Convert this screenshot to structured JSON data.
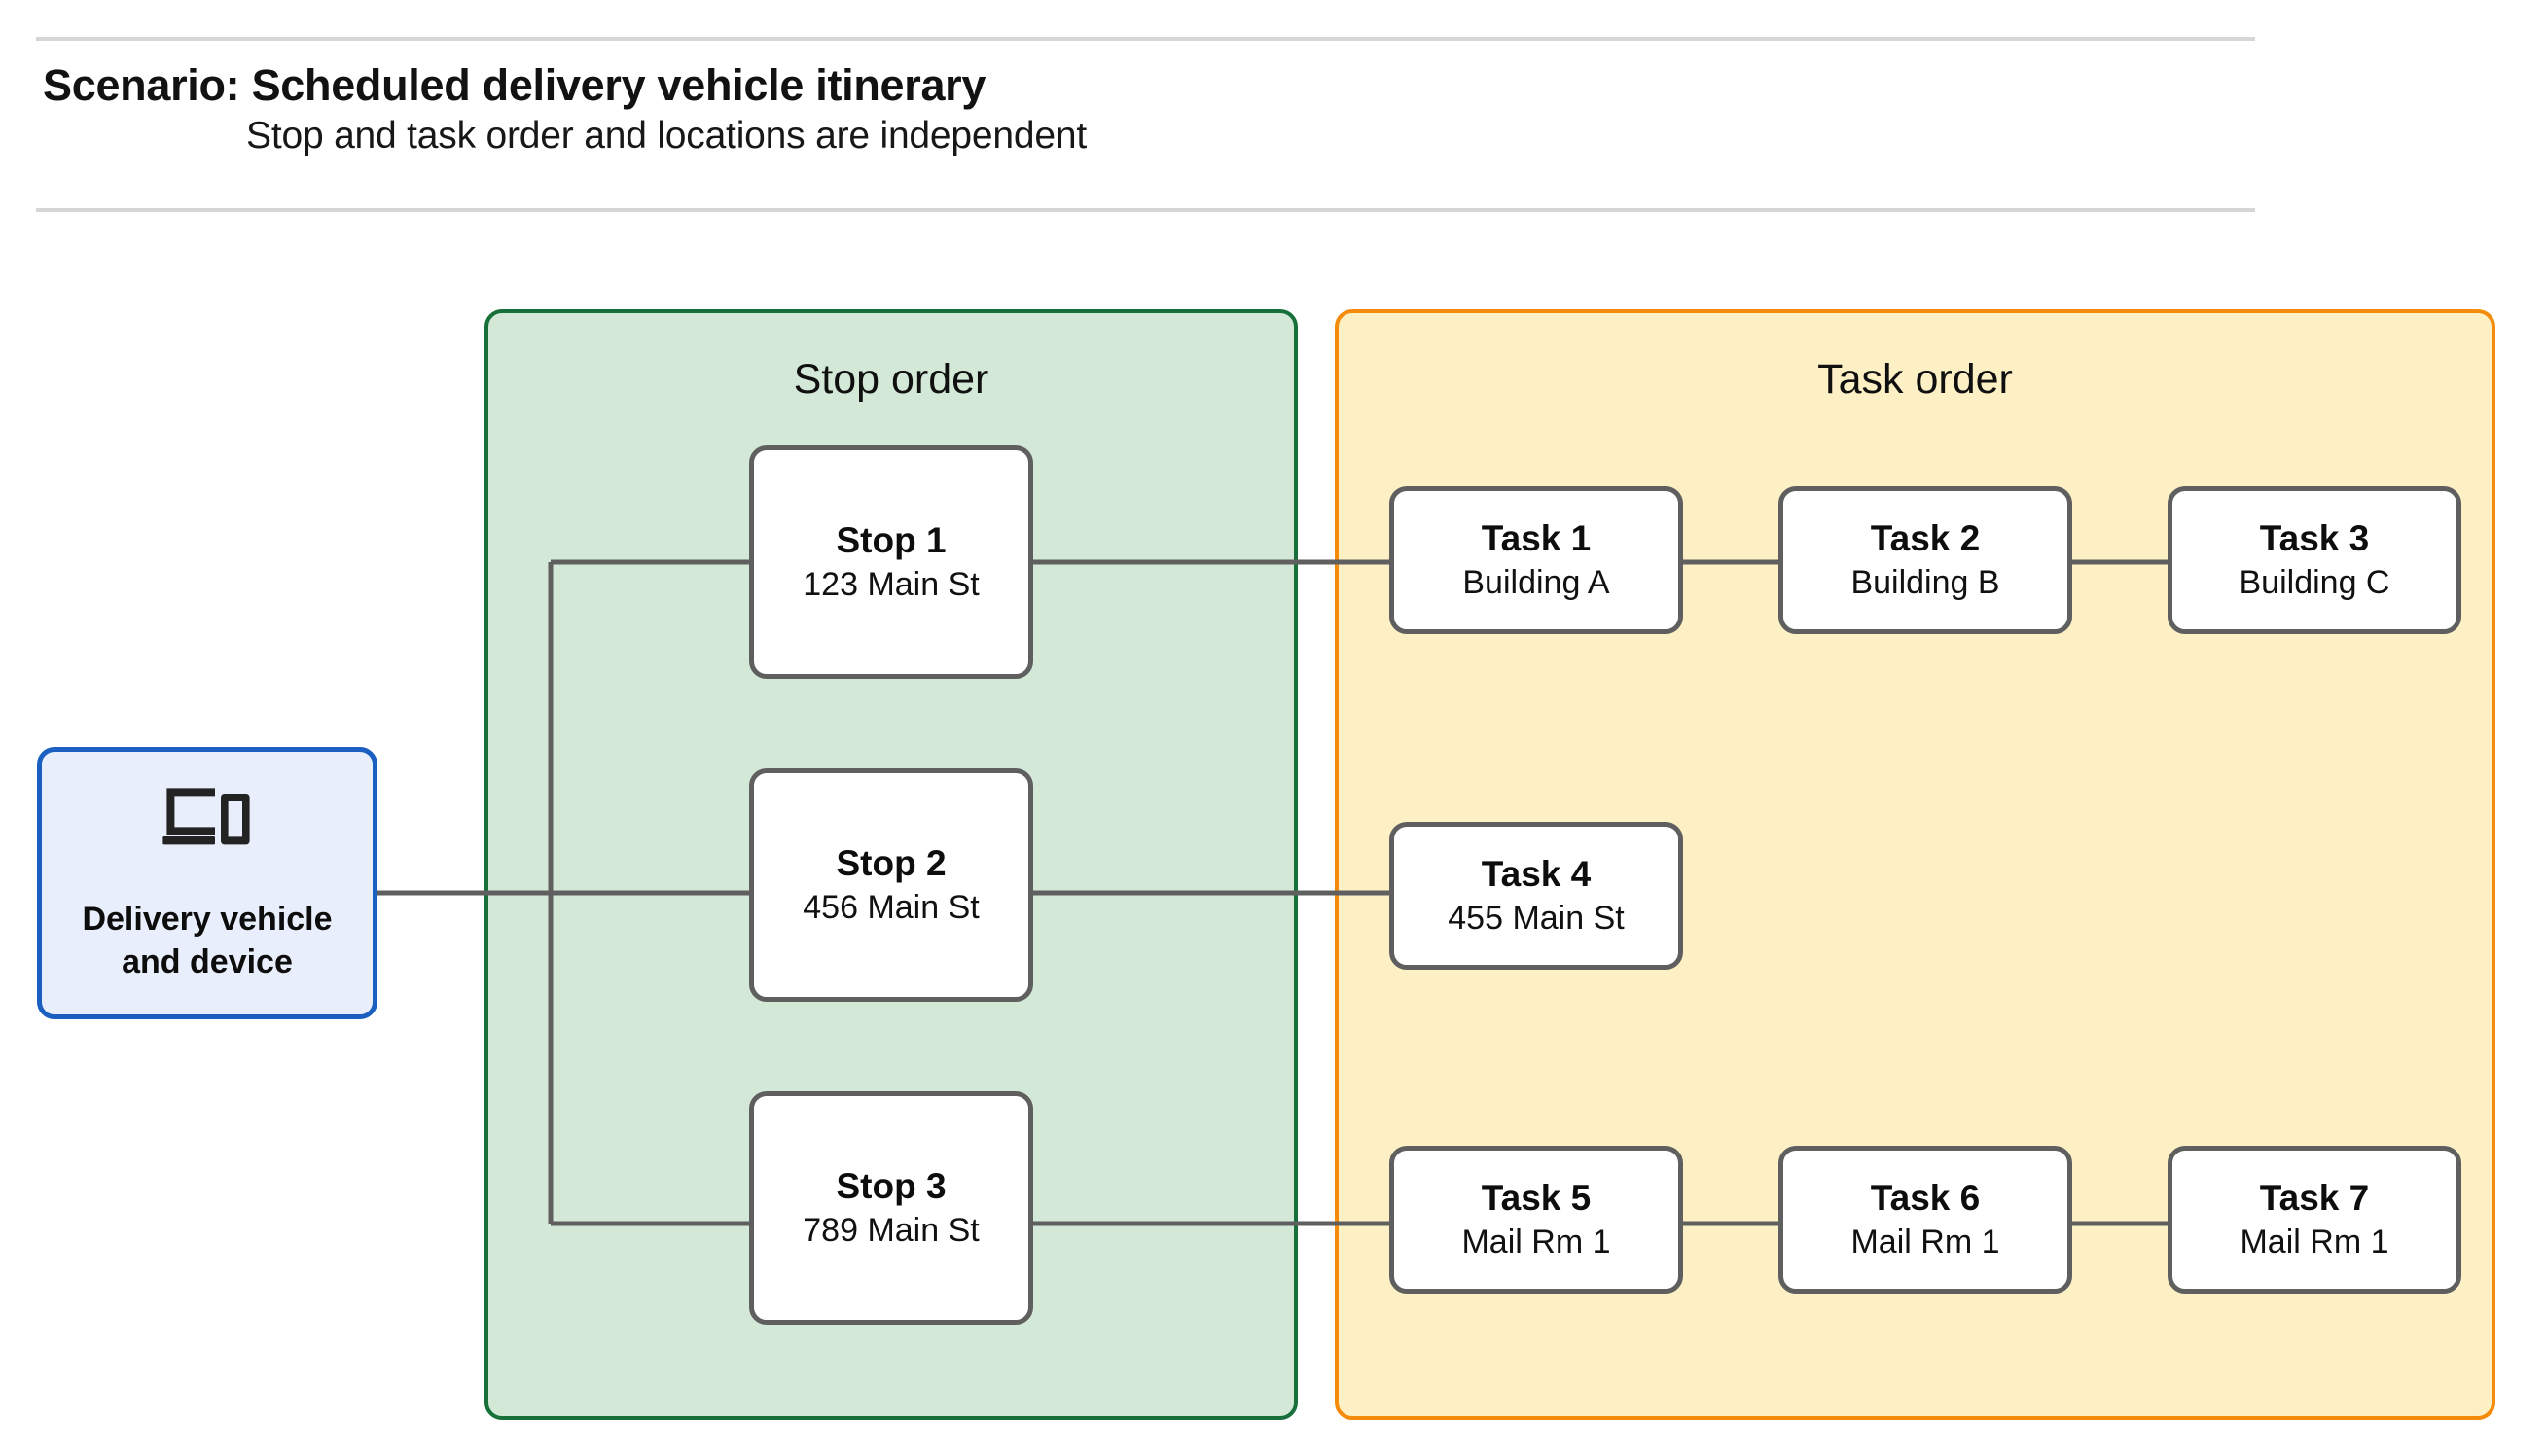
{
  "header": {
    "title": "Scenario: Scheduled delivery vehicle itinerary",
    "subtitle": "Stop and task order and locations are independent"
  },
  "device": {
    "icon": "devices-laptop-phone-icon",
    "label": "Delivery vehicle\nand device"
  },
  "stop_panel": {
    "title": "Stop order",
    "stops": [
      {
        "title": "Stop 1",
        "location": "123 Main St"
      },
      {
        "title": "Stop 2",
        "location": "456 Main St"
      },
      {
        "title": "Stop 3",
        "location": "789 Main St"
      }
    ]
  },
  "task_panel": {
    "title": "Task order",
    "rows": [
      {
        "tasks": [
          {
            "title": "Task 1",
            "location": "Building A"
          },
          {
            "title": "Task 2",
            "location": "Building B"
          },
          {
            "title": "Task 3",
            "location": "Building C"
          }
        ]
      },
      {
        "tasks": [
          {
            "title": "Task 4",
            "location": "455 Main St"
          }
        ]
      },
      {
        "tasks": [
          {
            "title": "Task 5",
            "location": "Mail Rm 1"
          },
          {
            "title": "Task 6",
            "location": "Mail Rm 1"
          },
          {
            "title": "Task 7",
            "location": "Mail Rm 1"
          }
        ]
      }
    ]
  },
  "colors": {
    "stop_panel_fill": "#d3e8d6",
    "stop_panel_border": "#17703a",
    "task_panel_fill": "#fdf0c5",
    "task_panel_border": "#f58b0b",
    "device_fill": "#e8eefb",
    "device_border": "#1b5fc1",
    "card_border": "#5f5f5f",
    "connector": "#5f5f5f",
    "rule": "#d6d6d6"
  }
}
